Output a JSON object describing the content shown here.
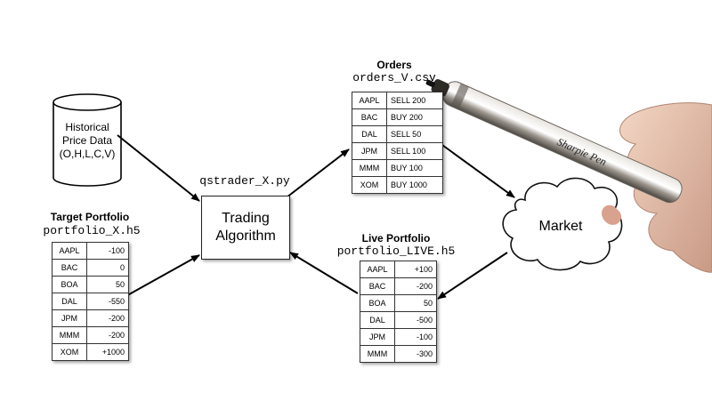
{
  "historical": {
    "line1": "Historical",
    "line2": "Price Data",
    "line3": "(O,H,L,C,V)"
  },
  "algorithm": {
    "file": "qstrader_X.py",
    "line1": "Trading",
    "line2": "Algorithm"
  },
  "target": {
    "title": "Target Portfolio",
    "file": "portfolio_X.h5",
    "rows": [
      {
        "k": "AAPL",
        "v": "-100"
      },
      {
        "k": "BAC",
        "v": "0"
      },
      {
        "k": "BOA",
        "v": "50"
      },
      {
        "k": "DAL",
        "v": "-550"
      },
      {
        "k": "JPM",
        "v": "-200"
      },
      {
        "k": "MMM",
        "v": "-200"
      },
      {
        "k": "XOM",
        "v": "+1000"
      }
    ]
  },
  "orders": {
    "title": "Orders",
    "file": "orders_V.csv",
    "rows": [
      {
        "k": "AAPL",
        "v": "SELL 200"
      },
      {
        "k": "BAC",
        "v": "BUY 200"
      },
      {
        "k": "DAL",
        "v": "SELL 50"
      },
      {
        "k": "JPM",
        "v": "SELL 100"
      },
      {
        "k": "MMM",
        "v": "BUY 100"
      },
      {
        "k": "XOM",
        "v": "BUY 1000"
      }
    ]
  },
  "live": {
    "title": "Live Portfolio",
    "file": "portfolio_LIVE.h5",
    "rows": [
      {
        "k": "AAPL",
        "v": "+100"
      },
      {
        "k": "BAC",
        "v": "-200"
      },
      {
        "k": "BOA",
        "v": "50"
      },
      {
        "k": "DAL",
        "v": "-500"
      },
      {
        "k": "JPM",
        "v": "-100"
      },
      {
        "k": "MMM",
        "v": "-300"
      }
    ]
  },
  "market": {
    "label": "Market"
  },
  "pen": {
    "brand": "Sharpie Pen"
  }
}
